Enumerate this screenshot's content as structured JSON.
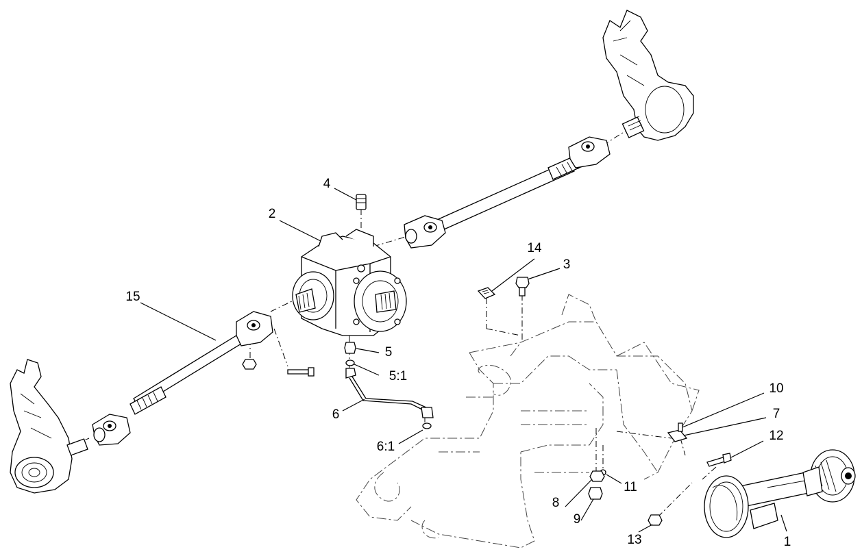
{
  "callouts": {
    "c1": "1",
    "c2": "2",
    "c3": "3",
    "c4": "4",
    "c5": "5",
    "c5_1": "5:1",
    "c6": "6",
    "c6_1": "6:1",
    "c7": "7",
    "c8": "8",
    "c9": "9",
    "c10": "10",
    "c11": "11",
    "c12": "12",
    "c13": "13",
    "c14": "14",
    "c15": "15"
  }
}
